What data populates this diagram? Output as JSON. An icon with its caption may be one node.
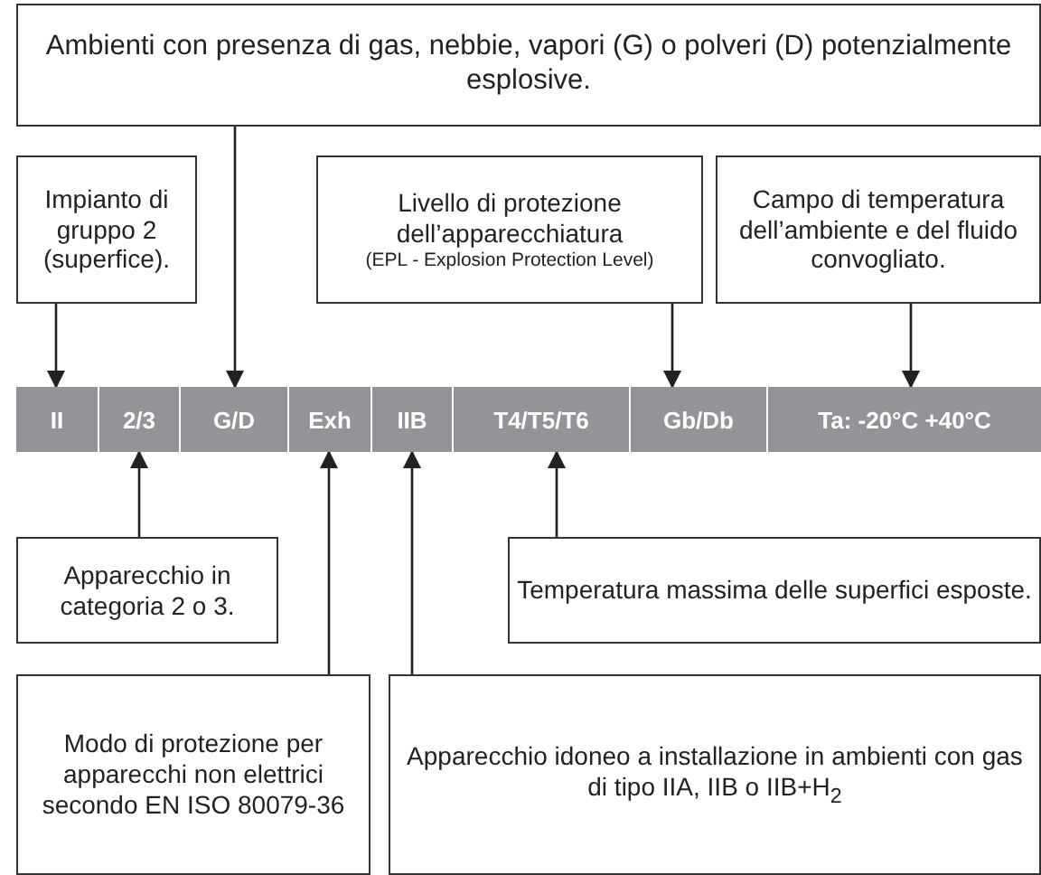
{
  "diagram": {
    "nodes": [
      {
        "text": [
          "Ambienti con presenza di gas, nebbie, vapori (G) o polveri (D) potenzialmente esplosive."
        ]
      },
      {
        "text": [
          "Impianto di gruppo 2 (superfice)."
        ]
      },
      {
        "text": [
          "Livello di protezione dell’apparecchiatura",
          "(EPL - Explosion Protection Level)"
        ]
      },
      {
        "text": [
          "Campo di temperatura dell’ambiente e del fluido convogliato."
        ]
      },
      {
        "text": [
          "II"
        ]
      },
      {
        "text": [
          "2/3"
        ]
      },
      {
        "text": [
          "G/D"
        ]
      },
      {
        "text": [
          "Exh"
        ]
      },
      {
        "text": [
          "IIB"
        ]
      },
      {
        "text": [
          "T4/T5/T6"
        ]
      },
      {
        "text": [
          "Gb/Db"
        ]
      },
      {
        "text": [
          "Ta: -20°C +40°C"
        ]
      },
      {
        "text": [
          "Apparecchio in categoria 2 o 3."
        ]
      },
      {
        "text": [
          "Temperatura massima delle superfici esposte."
        ]
      },
      {
        "text": [
          "Modo di protezione per apparecchi non elettrici secondo EN ISO 80079-36"
        ]
      },
      {
        "text": [
          "Apparecchio idoneo a installazione in ambienti con gas di tipo IIA, IIB o IIB+H$_{2}$"
        ]
      }
    ],
    "edges": [
      {
        "from": 1,
        "to": 4,
        "arrow": "to"
      },
      {
        "from": 0,
        "to": 6,
        "arrow": "to"
      },
      {
        "from": 2,
        "to": 10,
        "arrow": "to"
      },
      {
        "from": 3,
        "to": 11,
        "arrow": "to"
      },
      {
        "from": 12,
        "to": 5,
        "arrow": "to"
      },
      {
        "from": 14,
        "to": 7,
        "arrow": "to"
      },
      {
        "from": 15,
        "to": 8,
        "arrow": "to"
      },
      {
        "from": 13,
        "to": 9,
        "arrow": "to"
      }
    ]
  }
}
